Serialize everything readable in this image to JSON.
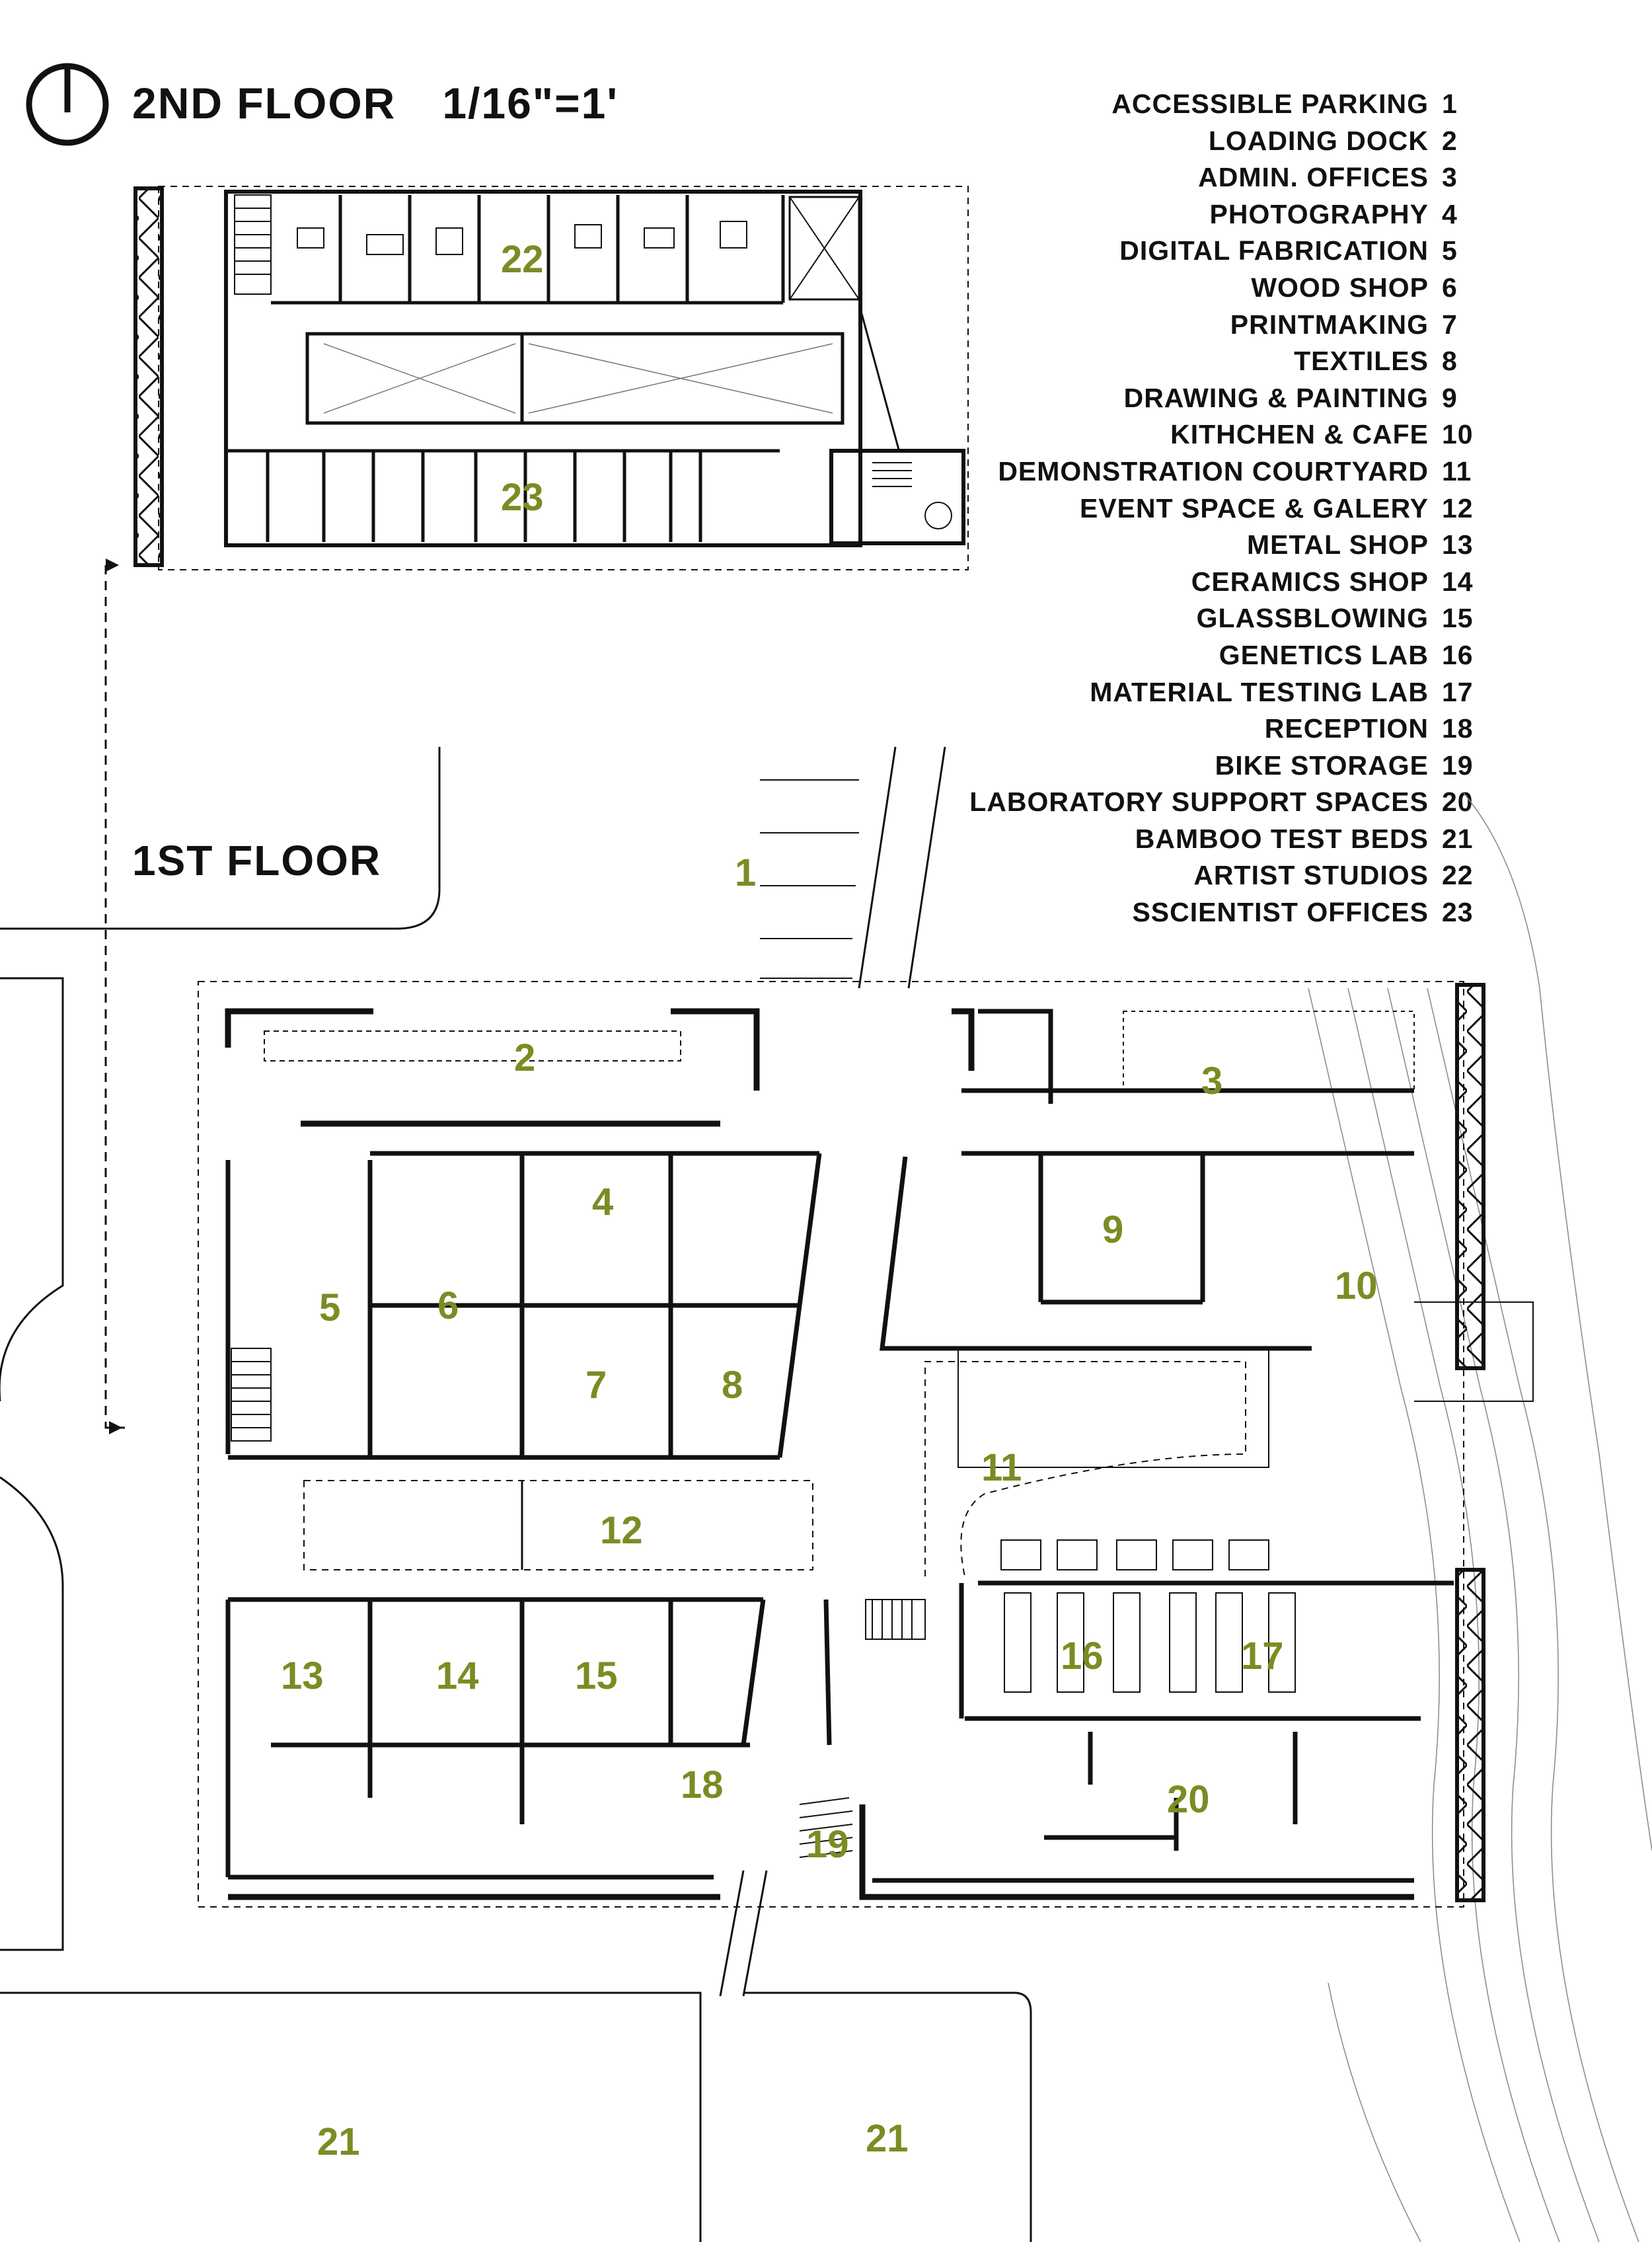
{
  "header": {
    "floor2_title": "2ND FLOOR",
    "scale": "1/16\"=1'",
    "floor1_title": "1ST FLOOR",
    "north_arrow_icon": "north-arrow-icon"
  },
  "colors": {
    "room_number": "#7b8c23",
    "ink": "#111111",
    "background": "#ffffff"
  },
  "legend": [
    {
      "label": "ACCESSIBLE PARKING",
      "num": "1"
    },
    {
      "label": "LOADING DOCK",
      "num": "2"
    },
    {
      "label": "ADMIN. OFFICES",
      "num": "3"
    },
    {
      "label": "PHOTOGRAPHY",
      "num": "4"
    },
    {
      "label": "DIGITAL FABRICATION",
      "num": "5"
    },
    {
      "label": "WOOD SHOP",
      "num": "6"
    },
    {
      "label": "PRINTMAKING",
      "num": "7"
    },
    {
      "label": "TEXTILES",
      "num": "8"
    },
    {
      "label": "DRAWING & PAINTING",
      "num": "9"
    },
    {
      "label": "KITHCHEN & CAFE",
      "num": "10"
    },
    {
      "label": "DEMONSTRATION COURTYARD",
      "num": "11"
    },
    {
      "label": "EVENT SPACE & GALERY",
      "num": "12"
    },
    {
      "label": "METAL SHOP",
      "num": "13"
    },
    {
      "label": "CERAMICS SHOP",
      "num": "14"
    },
    {
      "label": "GLASSBLOWING",
      "num": "15"
    },
    {
      "label": "GENETICS LAB",
      "num": "16"
    },
    {
      "label": "MATERIAL TESTING LAB",
      "num": "17"
    },
    {
      "label": "RECEPTION",
      "num": "18"
    },
    {
      "label": "BIKE STORAGE",
      "num": "19"
    },
    {
      "label": "LABORATORY SUPPORT SPACES",
      "num": "20"
    },
    {
      "label": "BAMBOO TEST BEDS",
      "num": "21"
    },
    {
      "label": "ARTIST STUDIOS",
      "num": "22"
    },
    {
      "label": "SSCIENTIST OFFICES",
      "num": "23"
    }
  ],
  "room_labels": [
    "1",
    "2",
    "3",
    "4",
    "5",
    "6",
    "7",
    "8",
    "9",
    "10",
    "11",
    "12",
    "13",
    "14",
    "15",
    "16",
    "17",
    "18",
    "19",
    "20",
    "21",
    "21",
    "22",
    "23"
  ]
}
